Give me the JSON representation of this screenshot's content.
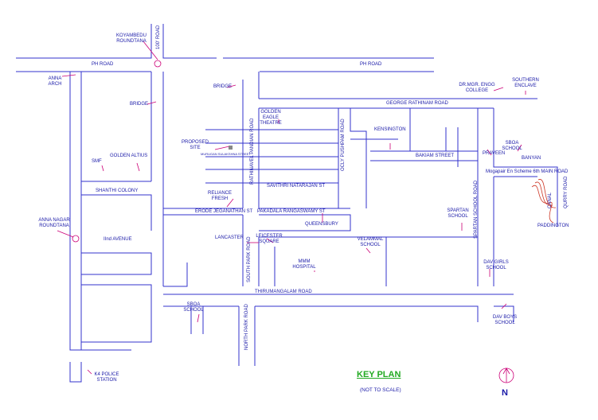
{
  "roads": {
    "ph_road_left": "PH ROAD",
    "ph_road_right": "PH ROAD",
    "road_100ft": "100' ROAD",
    "george_rathinam_road": "GEORGE RATHINAM ROAD",
    "rathinavel_pandian_road": "RATHINAVEL PANDIAN ROAD",
    "ocly_pushpam_road": "OCLY PUSHPAM ROAD",
    "bakiam_street": "BAKIAM STREET",
    "savithri_natarajan_st": "SAVITHRI NATARAJAN ST",
    "pakadala_rangaswamy_st": "PAKADALA RANGASWAMY ST",
    "erode_jeganathan_st": "ERODE JEGANATHAN ST",
    "mogappair_main_road": "Mogapair En Scheme 6th MAIN ROAD",
    "spartan_school_road": "SPARTAN SCHOOL ROAD",
    "south_park_road": "SOUTH PARK ROAD",
    "north_park_road": "NORTH PARK ROAD",
    "thirumangalam_road": "THIRUMANGALAM ROAD",
    "iind_avenue": "IInd AVENUE",
    "murugan_sulakshna_street": "MURUGAN SULAKSHNA STREET",
    "canal": "CANAL",
    "quarry_road": "QURRY ROAD"
  },
  "places": {
    "koyambedu": "KOYAMBEDU ROUNDTANA",
    "anna_arch": "ANNA ARCH",
    "bridge_top": "BRIDGE",
    "bridge_left": "BRIDGE",
    "golden_eagle": "GOLDEN EAGLE THEATRE",
    "proposed_site": "PROPOSED SITE",
    "golden_altius": "GOLDEN ALTIUS",
    "smf": "SMF",
    "shanthi_colony": "SHANTHI COLONY",
    "reliance_fresh": "RELIANCE FRESH",
    "kensington": "KENSINGTON",
    "dr_mgr": "DR.MGR. ENGG COLLEGE",
    "southern_enclave": "SOUTHERN ENCLAVE",
    "praveen": "PRAVEEN",
    "sboa_school_right": "SBOA SCHOOL",
    "banyan": "BANYAN",
    "anna_nagar": "ANNA NAGAR ROUNDTANA",
    "queensbury": "QUEENSBURY",
    "lancaster": "LANCASTER",
    "leicester": "LEICESTER SQUARE",
    "mmm_hospital": "MMM HOSPITAL",
    "velammal": "VELAMMAL SCHOOL",
    "spartan_school": "SPARTAN SCHOOL",
    "paddington": "PADDINGTON",
    "dav_girls": "DAV GIRLS SCHOOL",
    "dav_boys": "DAV BOYS SCHOOL",
    "sboa_school_bottom": "SBOA SCHOOL",
    "k4_police": "K4 POLICE STATION"
  },
  "key": {
    "title": "KEY PLAN",
    "subtitle": "(NOT TO SCALE)",
    "north": "N"
  },
  "colors": {
    "road_line": "#3333cc",
    "pointer": "#cc0077",
    "key_title": "#22aa22",
    "canal": "#cc3322"
  }
}
